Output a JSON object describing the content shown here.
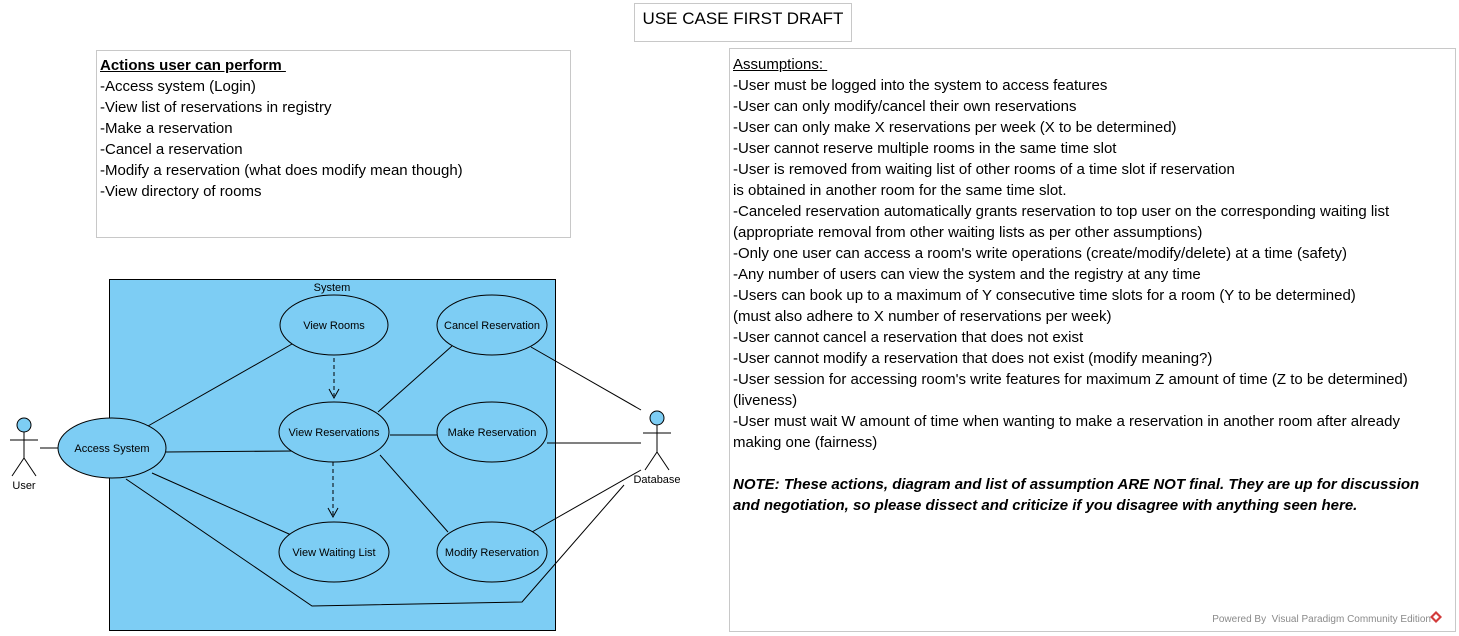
{
  "title": "USE CASE FIRST DRAFT",
  "actions": {
    "header": "Actions user can perform ",
    "items": [
      "-Access system (Login)",
      "-View list of reservations in registry",
      "-Make a reservation",
      "-Cancel a reservation",
      "-Modify a reservation (what does modify mean though)",
      "-View directory of rooms"
    ]
  },
  "assumptions": {
    "header": "Assumptions: ",
    "items": [
      "-User must be logged into the system to access features",
      "-User can only modify/cancel their own reservations",
      "-User can only make X reservations per week (X to be determined)",
      "-User cannot reserve multiple rooms in the same time slot",
      "-User is removed from waiting list of other rooms of a time slot if reservation",
      "is obtained in another room for the same time slot.",
      "-Canceled reservation automatically grants reservation to top user on the corresponding waiting list",
      "(appropriate removal from other waiting lists as per other assumptions)",
      "-Only one user can access a room's write operations (create/modify/delete) at a time (safety)",
      "-Any number of users can view the system and the registry at any time",
      "-Users can book up to a maximum of Y consecutive time slots for a room (Y to be determined)",
      "(must also adhere to X number of reservations per week)",
      "-User cannot cancel a reservation that does not exist",
      "-User cannot modify a reservation that does not exist (modify meaning?)",
      "-User session for accessing room's write features for maximum Z amount of time (Z to be determined)",
      "(liveness)",
      "-User must wait W amount of time when wanting to make a reservation in another room after already",
      "making one (fairness)"
    ],
    "note": "NOTE: These actions, diagram and list of assumption ARE NOT final. They are up for discussion and negotiation, so please dissect and criticize if you disagree with anything seen here."
  },
  "diagram": {
    "system_label": "System",
    "actors": {
      "user": "User",
      "database": "Database"
    },
    "use_cases": {
      "access_system": "Access System",
      "view_rooms": "View Rooms",
      "view_reservations": "View Reservations",
      "view_waiting_list": "View Waiting List",
      "cancel_reservation": "Cancel Reservation",
      "make_reservation": "Make Reservation",
      "modify_reservation": "Modify Reservation"
    },
    "colors": {
      "system_fill": "#7dcdf4",
      "usecase_fill": "#7dcdf4",
      "line": "#000000"
    }
  },
  "footer": {
    "powered_by": "Powered By  Visual Paradigm Community Edition"
  }
}
